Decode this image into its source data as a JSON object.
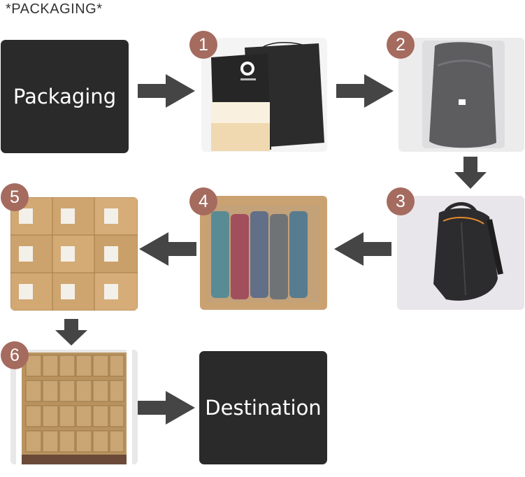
{
  "header": {
    "title": "*PACKAGING*"
  },
  "boxes": {
    "start_label": "Packaging",
    "end_label": "Destination"
  },
  "steps": [
    {
      "number": "1",
      "icon": "hang-tag-photo"
    },
    {
      "number": "2",
      "icon": "plastic-bag-photo"
    },
    {
      "number": "3",
      "icon": "backpack-photo"
    },
    {
      "number": "4",
      "icon": "packed-box-photo"
    },
    {
      "number": "5",
      "icon": "carton-stack-photo"
    },
    {
      "number": "6",
      "icon": "shipping-container-photo"
    }
  ],
  "colors": {
    "box": "#2b2a2b",
    "badge": "#a56b5f",
    "arrow": "#454545"
  }
}
